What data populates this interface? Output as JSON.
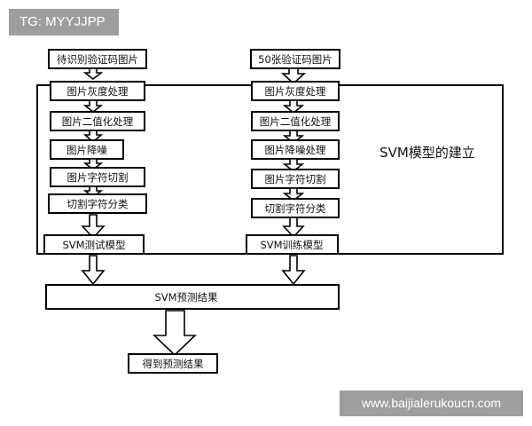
{
  "watermarks": {
    "top_left": "TG: MYYJJPP",
    "bottom_right": "www.baijialerukoucn.com"
  },
  "diagram": {
    "left_column": {
      "input": "待识别验证码图片",
      "steps": [
        "图片灰度处理",
        "图片二值化处理",
        "图片降噪",
        "图片字符切割",
        "切割字符分类"
      ],
      "model": "SVM测试模型"
    },
    "right_column": {
      "input": "50张验证码图片",
      "steps": [
        "图片灰度处理",
        "图片二值化处理",
        "图片降噪处理",
        "图片字符切割",
        "切割字符分类"
      ],
      "model": "SVM训练模型"
    },
    "frame_label": "SVM模型的建立",
    "predict": "SVM预测结果",
    "result": "得到预测结果"
  }
}
